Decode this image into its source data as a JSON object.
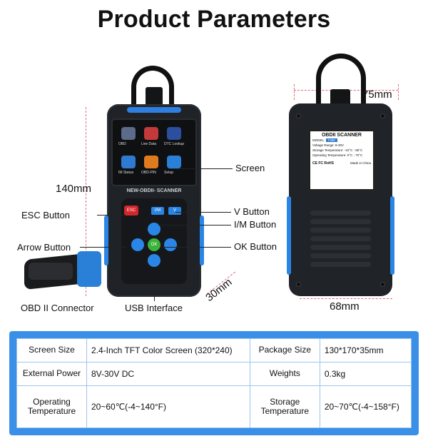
{
  "title": "Product Parameters",
  "device_front": {
    "screen_apps": [
      {
        "label": "OBD",
        "icon": "engine-icon",
        "color": "#5c6b8a"
      },
      {
        "label": "Live Data",
        "icon": "gauge-icon",
        "color": "#c23a3a"
      },
      {
        "label": "DTC Lookup",
        "icon": "car-icon",
        "color": "#2b4f9e"
      },
      {
        "label": "IM Status",
        "icon": "status-icon",
        "color": "#2f79d0"
      },
      {
        "label": "OBD-PIN",
        "icon": "pin-icon",
        "color": "#e07a1f"
      },
      {
        "label": "Setup",
        "icon": "gear-icon",
        "color": "#2a7fd6"
      }
    ],
    "brand_text": "NEW-OBDII- SCANNER",
    "keys": {
      "esc": "ESC",
      "im": "I/M",
      "v": "V",
      "ok": "OK"
    }
  },
  "device_back": {
    "label_title": "OBDII SCANNER",
    "model_label": "MODEL:",
    "model_value": "T300",
    "voltage_range": "Voltage Range: 8-30V",
    "storage_temp": "Storage Temperature: -10°C - 85°C",
    "operating_temp": "Operating Temperature: 0°C - 70°C",
    "cert_marks": "CE FC RoHS",
    "origin": "Made in China"
  },
  "callouts": {
    "screen": "Screen",
    "esc_button": "ESC Button",
    "v_button": "V Button",
    "im_button": "I/M Button",
    "arrow_button": "Arrow Button",
    "ok_button": "OK Button",
    "obd_connector": "OBD II Connector",
    "usb_interface": "USB Interface"
  },
  "dimensions": {
    "height": "140mm",
    "depth": "30mm",
    "thickness": "75mm",
    "width": "68mm"
  },
  "specs": {
    "rows": [
      {
        "l1": "Screen Size",
        "v1": "2.4-Inch TFT Color Screen (320*240)",
        "l2": "Package Size",
        "v2": "130*170*35mm"
      },
      {
        "l1": "External Power",
        "v1": "8V-30V DC",
        "l2": "Weights",
        "v2": "0.3kg"
      },
      {
        "l1": "Operating Temperature",
        "v1": "20~60℃(-4~140°F)",
        "l2": "Storage Temperature",
        "v2": "20~70℃(-4~158°F)"
      }
    ]
  },
  "colors": {
    "accent_blue": "#3a8fe7",
    "device_body": "#1f2226",
    "esc_red": "#d5262b",
    "ok_green": "#3bb33b",
    "dimension_line": "#e06a7a"
  }
}
